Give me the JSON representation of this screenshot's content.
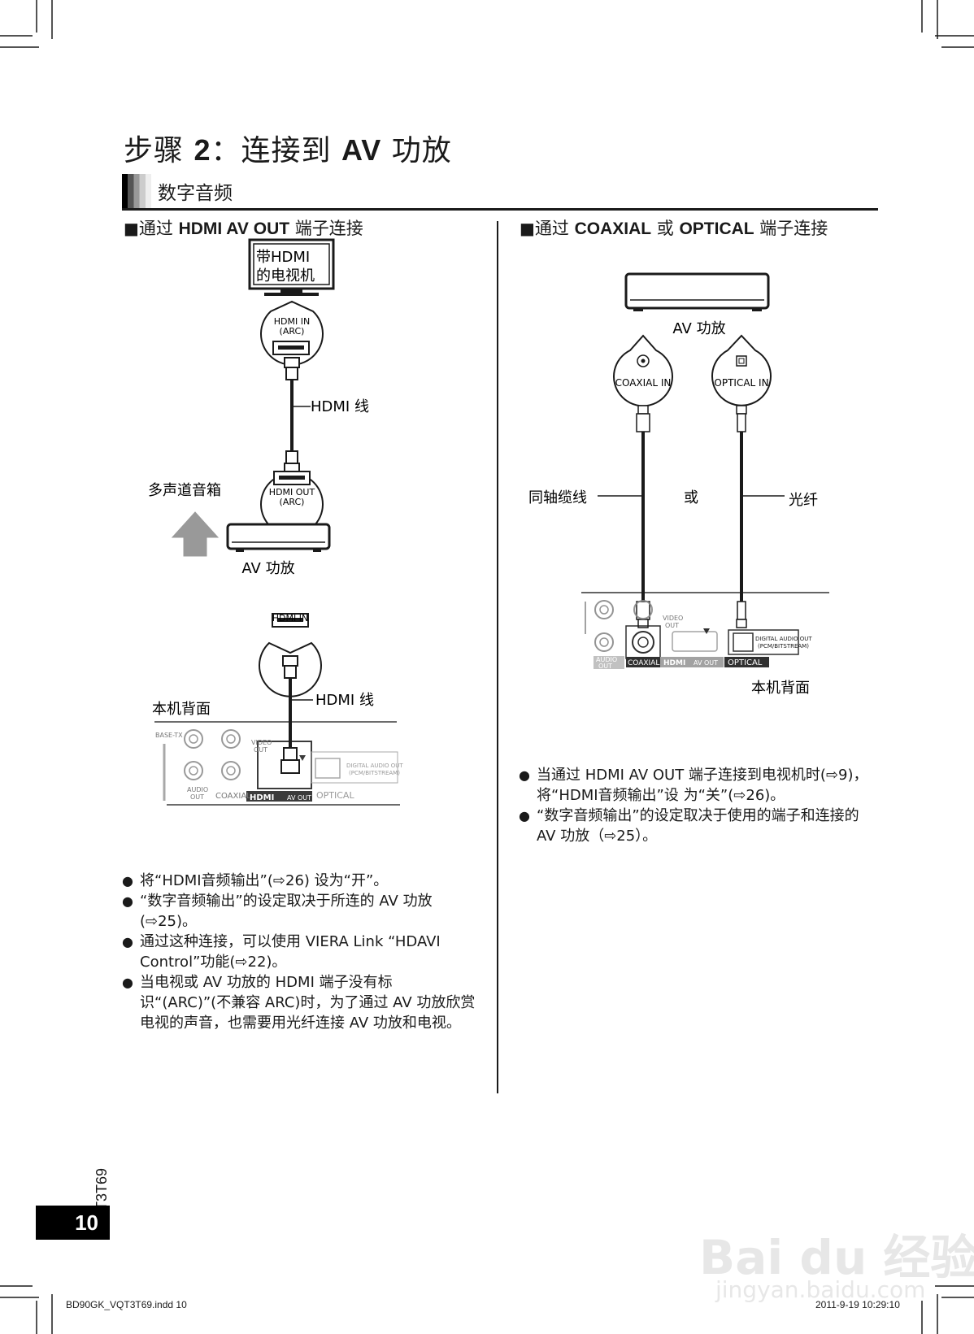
{
  "title": {
    "prefix": "步骤 ",
    "step": "2",
    "middle": "：连接到 ",
    "av": "AV",
    "suffix": " 功放"
  },
  "section": {
    "label": "数字音频"
  },
  "left": {
    "heading": {
      "square": "■",
      "prefix": "通过 ",
      "bold": "HDMI AV OUT",
      "suffix": " 端子连接"
    },
    "tv_label_1": "带HDMI",
    "tv_label_2": "的电视机",
    "hdmi_in_arc_1": "HDMI IN",
    "hdmi_in_arc_2": "(ARC)",
    "hdmi_cable_1": "HDMI 线",
    "hdmi_out_arc_1": "HDMI OUT",
    "hdmi_out_arc_2": "(ARC)",
    "multichannel_speakers": "多声道音箱",
    "av_amp": "AV 功放",
    "hdmi_in": "HDMI IN",
    "hdmi_cable_2": "HDMI 线",
    "rear_panel": "本机背面",
    "panel": {
      "base_tx": "BASE-TX",
      "video_out_1": "VIDEO",
      "video_out_2": "OUT",
      "audio_out_1": "AUDIO",
      "audio_out_2": "OUT",
      "coaxial": "COAXIAL",
      "hdmi_logo": "HDMI",
      "av_out": "AV OUT",
      "optical": "OPTICAL",
      "digital_audio_out_1": "DIGITAL AUDIO OUT",
      "digital_audio_out_2": "(PCM/BITSTREAM)"
    },
    "bullets": [
      "将“HDMI音频输出”(⇨26) 设为“开”。",
      "“数字音频输出”的设定取决于所连的 AV 功放(⇨25)。",
      "通过这种连接，可以使用 VIERA Link “HDAVI Control”功能(⇨22)。",
      "当电视或 AV 功放的 HDMI 端子没有标识“(ARC)”(不兼容 ARC)时，为了通过 AV 功放欣赏电视的声音，也需要用光纤连接 AV 功放和电视。"
    ]
  },
  "right": {
    "heading": {
      "square": "■",
      "prefix": "通过 ",
      "bold1": "COAXIAL",
      "mid": " 或 ",
      "bold2": "OPTICAL",
      "suffix": " 端子连接"
    },
    "av_amp": "AV 功放",
    "coaxial_in": "COAXIAL IN",
    "optical_in": "OPTICAL IN",
    "coax_cable": "同轴缆线",
    "or": "或",
    "optical_fiber": "光纤",
    "rear_panel": "本机背面",
    "panel": {
      "video_out_1": "VIDEO",
      "video_out_2": "OUT",
      "audio_out_1": "AUDIO",
      "audio_out_2": "OUT",
      "coaxial": "COAXIAL",
      "hdmi_logo": "HDMI",
      "av_out": "AV OUT",
      "optical": "OPTICAL",
      "digital_audio_out_1": "DIGITAL AUDIO OUT",
      "digital_audio_out_2": "(PCM/BITSTREAM)"
    },
    "bullets": [
      "当通过 HDMI AV OUT 端子连接到电视机时(⇨9)，将“HDMI音频输出”设 为“关”(⇨26)。",
      "“数字音频输出”的设定取决于使用的端子和连接的 AV 功放（⇨25）。"
    ]
  },
  "model_code": "VQT3T69",
  "page_number": "10",
  "footer": {
    "file": "BD90GK_VQT3T69.indd   10",
    "timestamp": "2011-9-19   10:29:10"
  },
  "watermark": {
    "main": "Bai du 经验",
    "url": "jingyan.baidu.com"
  }
}
